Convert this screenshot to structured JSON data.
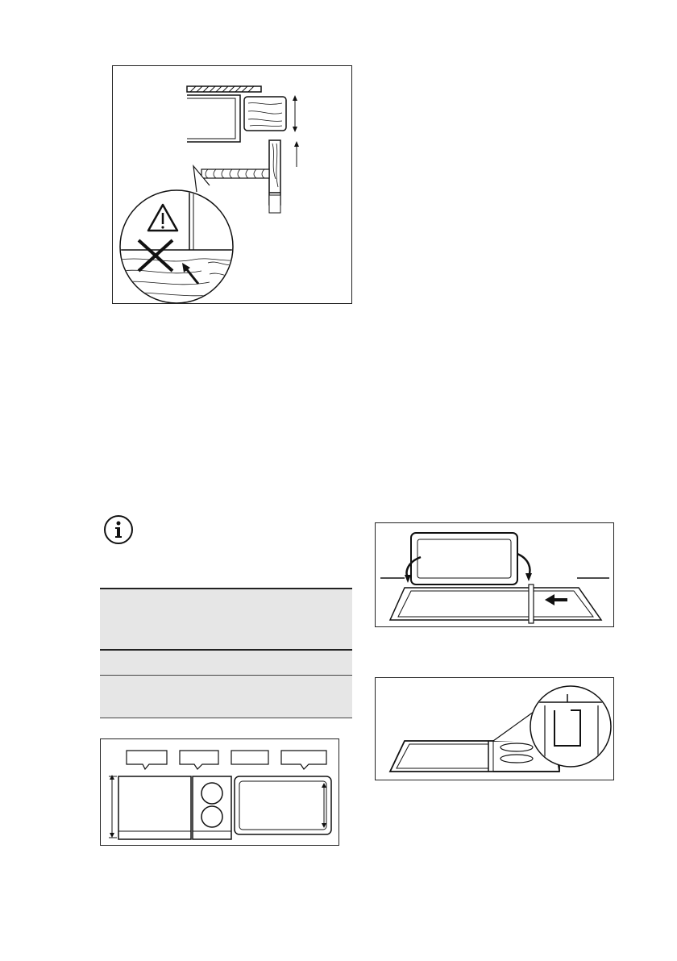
{
  "page": {
    "footer_text": "",
    "illustrations": [
      {
        "id": "figure-worktop-edge",
        "icons": [
          "warning-triangle-icon",
          "cross-icon",
          "arrow-icon"
        ]
      },
      {
        "id": "figure-hob-insertion",
        "icons": [
          "curved-arrow-icon",
          "straight-arrow-icon"
        ]
      },
      {
        "id": "figure-hob-combination",
        "icons": [
          "magnifier-callout-icon"
        ]
      },
      {
        "id": "figure-hob-layout",
        "icons": [
          "callout-label-icon",
          "dimension-arrow-icon"
        ]
      }
    ],
    "info_icon": "info-icon",
    "table": {
      "header": "",
      "rows": [
        "",
        ""
      ]
    }
  }
}
